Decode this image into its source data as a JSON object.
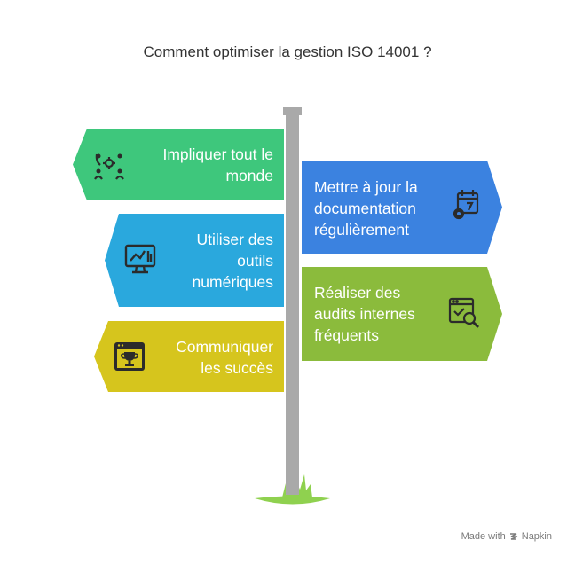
{
  "title": "Comment optimiser la gestion ISO 14001 ?",
  "signs": [
    {
      "text": "Impliquer tout le monde",
      "icon": "team-gear-icon",
      "color": "#3ec77c",
      "side": "left"
    },
    {
      "text": "Mettre à jour la documentation régulièrement",
      "icon": "calendar-gear-icon",
      "color": "#3b82e0",
      "side": "right"
    },
    {
      "text": "Utiliser des outils numériques",
      "icon": "monitor-chart-icon",
      "color": "#2aa8dd",
      "side": "left"
    },
    {
      "text": "Réaliser des audits internes fréquents",
      "icon": "window-search-icon",
      "color": "#8bbb3c",
      "side": "right"
    },
    {
      "text": "Communiquer les succès",
      "icon": "trophy-screen-icon",
      "color": "#d6c51d",
      "side": "left"
    }
  ],
  "footer": {
    "made_with": "Made with",
    "brand": "Napkin"
  }
}
